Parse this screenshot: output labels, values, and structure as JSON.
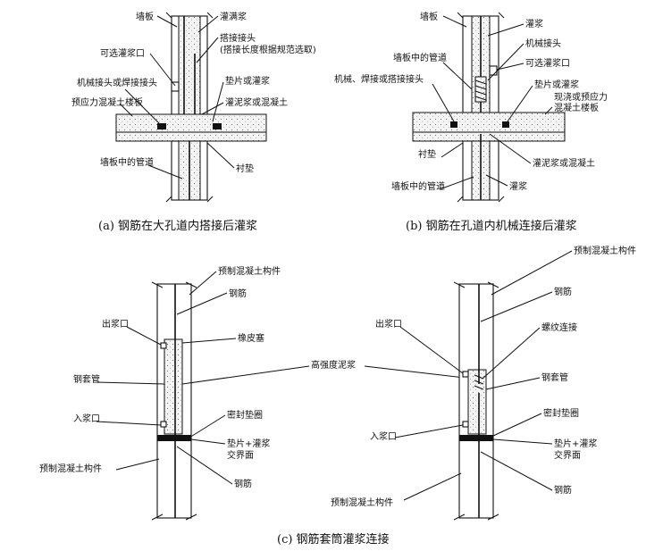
{
  "panel_a": {
    "caption": "(a) 钢筋在大孔道内搭接后灌浆",
    "labels": {
      "wall_panel": "墙板",
      "grout_fill": "灌满浆",
      "optional_port": "可选灌浆口",
      "lap_joint": "搭接接头",
      "lap_note": "(搭接长度根据规范选取)",
      "mech_weld": "机械接头或焊接接头",
      "shim_grout": "垫片或灌浆",
      "prestressed_slab": "预应力混凝土楼板",
      "mortar_concrete": "灌泥浆或混凝土",
      "duct_in_wall": "墙板中的管道",
      "bearing_pad": "衬垫"
    }
  },
  "panel_b": {
    "caption": "(b) 钢筋在孔道内机械连接后灌浆",
    "labels": {
      "wall_panel": "墙板",
      "grout": "灌浆",
      "duct_in_wall_top": "墙板中的管道",
      "mech_coupler": "机械接头",
      "optional_port": "可选灌浆口",
      "mech_weld": "机械、焊接或搭接接头",
      "shim_grout": "垫片或灌浆",
      "cast_slab_1": "现浇或预应力",
      "cast_slab_2": "混凝土楼板",
      "bearing_pad": "衬垫",
      "mortar_concrete": "灌泥浆或混凝土",
      "duct_in_wall_bottom": "墙板中的管道",
      "grout_bottom": "灌浆"
    }
  },
  "panel_c": {
    "caption": "(c) 钢筋套筒灌浆连接",
    "labels_left": {
      "precast_top": "预制混凝土构件",
      "rebar_top": "钢筋",
      "outlet": "出浆口",
      "rubber_plug": "橡皮塞",
      "sleeve": "钢套管",
      "inlet": "入浆口",
      "seal_ring": "密封垫圈",
      "shim_line1": "垫片+灌浆",
      "shim_line2": "交界面",
      "precast_bottom": "预制混凝土构件",
      "rebar_bottom": "钢筋"
    },
    "shared_label": "高强度泥浆",
    "labels_right": {
      "precast_top": "预制混凝土构件",
      "rebar_top": "钢筋",
      "outlet": "出浆口",
      "threaded": "螺纹连接",
      "sleeve": "钢套管",
      "inlet": "入浆口",
      "seal_ring": "密封垫圈",
      "shim_line1": "垫片+灌浆",
      "shim_line2": "交界面",
      "precast_bottom": "预制混凝土构件",
      "rebar_bottom": "钢筋"
    }
  }
}
